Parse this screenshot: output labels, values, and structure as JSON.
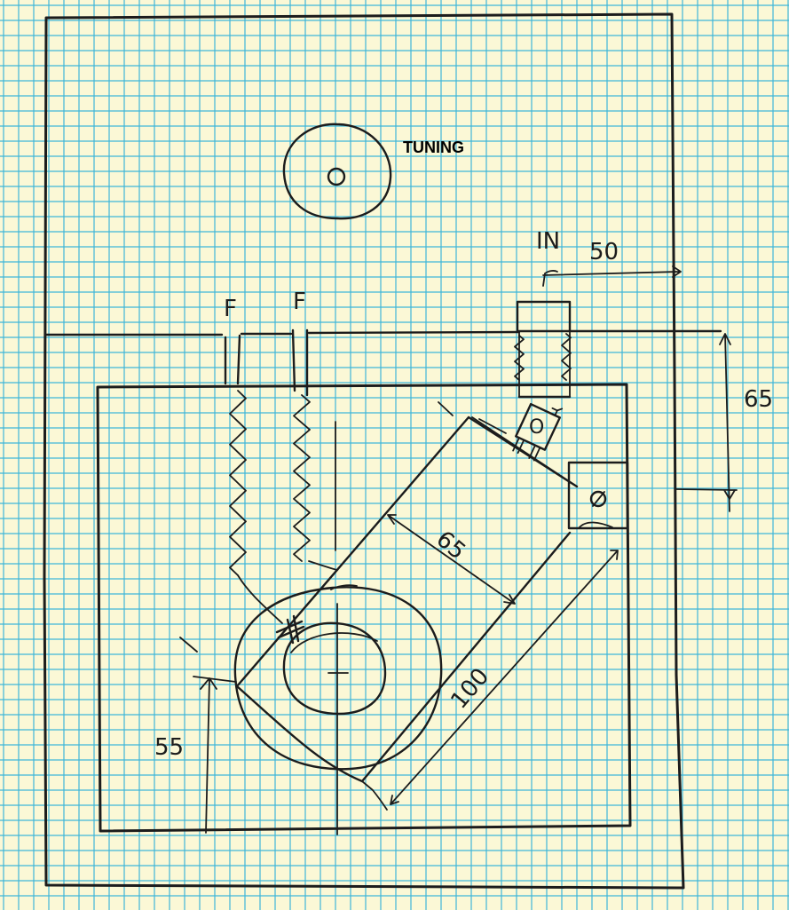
{
  "labels": {
    "tuning": "TUNING",
    "in": "IN",
    "feed_1": "F",
    "feed_2": "F",
    "output_jack": "O"
  },
  "dimensions": {
    "d50": "50",
    "d65": "65",
    "d65_diag": "65",
    "d100": "100",
    "d55": "55"
  },
  "colors": {
    "paper": "#fbf8d6",
    "grid": "#3fb6d9",
    "ink": "#1c1c1c"
  }
}
